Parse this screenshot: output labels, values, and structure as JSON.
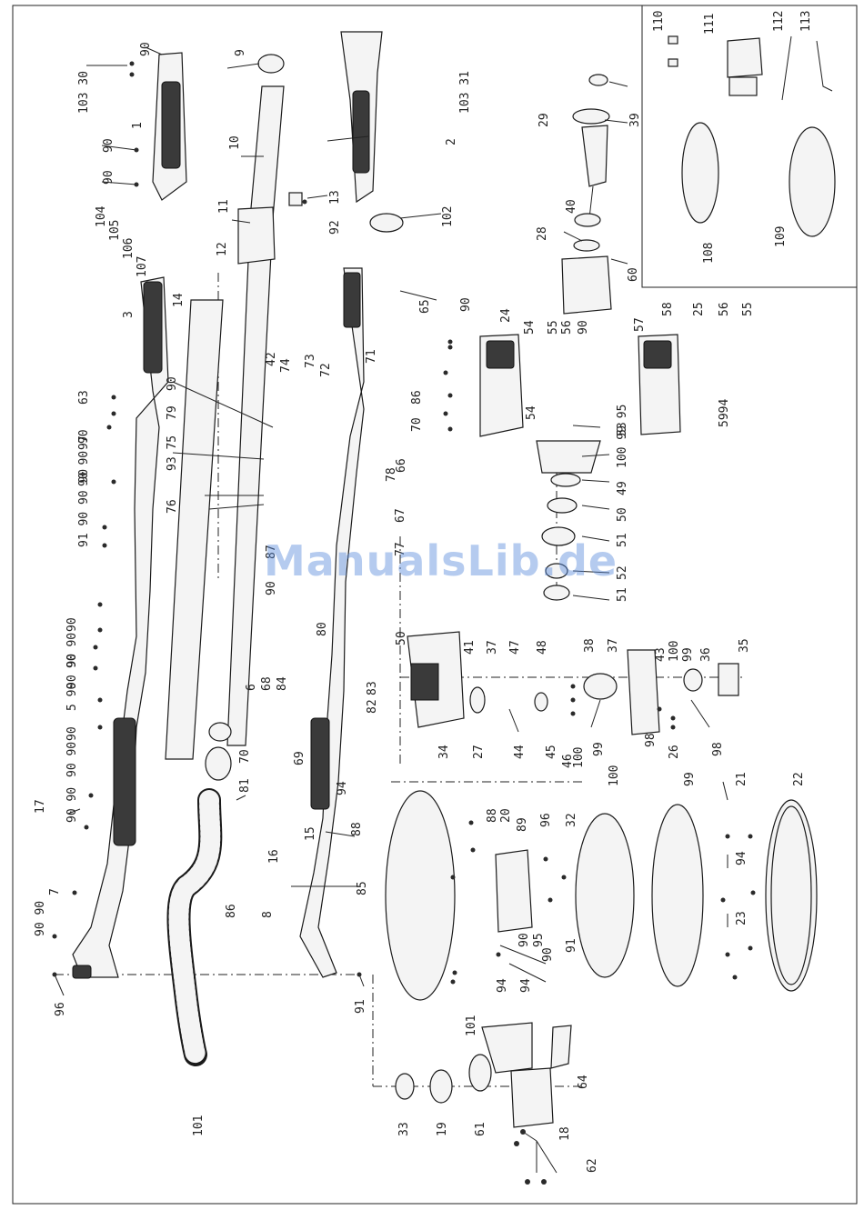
{
  "watermark": "ManualsLib.de",
  "part_numbers": [
    "103 30",
    "90",
    "1",
    "90",
    "90",
    "104",
    "105",
    "106",
    "107",
    "3",
    "14",
    "9",
    "10",
    "11",
    "12",
    "13",
    "92",
    "102",
    "2",
    "103 31",
    "29",
    "39",
    "40",
    "28",
    "60",
    "110",
    "111",
    "112",
    "113",
    "108",
    "109",
    "65",
    "24",
    "90",
    "54",
    "55",
    "56",
    "90",
    "57",
    "58",
    "25",
    "56",
    "55",
    "54",
    "5994",
    "53",
    "100 99 95",
    "49",
    "50",
    "51",
    "52",
    "51",
    "50",
    "41",
    "37",
    "47",
    "48",
    "38",
    "37",
    "43",
    "100",
    "99",
    "36",
    "35",
    "34",
    "27",
    "44",
    "45",
    "46",
    "100",
    "99",
    "98",
    "26",
    "98",
    "42",
    "74",
    "73",
    "72",
    "71",
    "86",
    "90",
    "79",
    "70",
    "66",
    "93 75",
    "78",
    "67",
    "76",
    "87",
    "90",
    "80",
    "77",
    "6",
    "68",
    "84",
    "83",
    "82",
    "69",
    "70",
    "81",
    "15",
    "16",
    "8",
    "86",
    "85",
    "17",
    "94",
    "88",
    "88",
    "20",
    "89",
    "96",
    "32",
    "90",
    "95",
    "90",
    "91",
    "100",
    "99",
    "21",
    "22",
    "94",
    "23",
    "94",
    "94",
    "96",
    "91",
    "101",
    "101",
    "64",
    "18",
    "33",
    "19",
    "61",
    "62",
    "63",
    "97",
    "90 90 90",
    "91 90 90 90",
    "90",
    "90 90",
    "90 90",
    "5 90",
    "90",
    "90 90",
    "90 90",
    "7",
    "90 90",
    "90",
    "90",
    "90"
  ]
}
